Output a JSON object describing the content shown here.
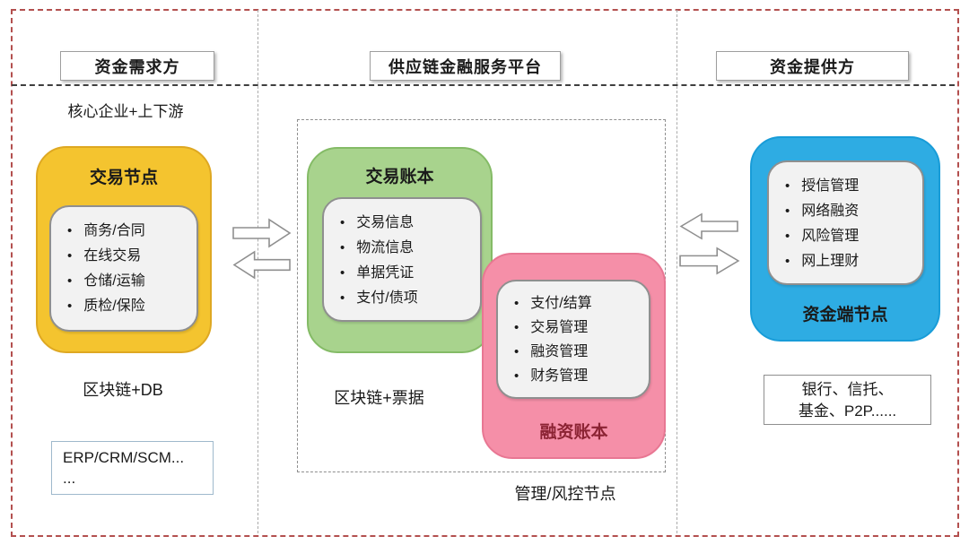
{
  "colors": {
    "outer-border": "#B3504F",
    "divider": "#ABABAB",
    "header-underline": "#3F3F3F",
    "yellow": "#F4C42F",
    "yellow-border": "#DEA822",
    "green": "#A8D38D",
    "green-border": "#84BB66",
    "pink": "#F58FA8",
    "pink-border": "#E87793",
    "blue": "#2EACE3",
    "blue-border": "#189CD8",
    "panel": "#F2F2F2",
    "panel-border": "#8F8F8F",
    "finance-label": "#8B2333",
    "erp-border": "#9FB9CC",
    "bank-border": "#8F8F8F"
  },
  "left": {
    "header": "资金需求方",
    "subtitle": "核心企业+上下游",
    "node": {
      "title": "交易节点",
      "items": [
        "商务/合同",
        "在线交易",
        "仓储/运输",
        "质检/保险"
      ]
    },
    "tech_label": "区块链+DB",
    "systems": {
      "line1": "ERP/CRM/SCM...",
      "line2": "..."
    }
  },
  "middle": {
    "header": "供应链金融服务平台",
    "trade_ledger": {
      "title": "交易账本",
      "items": [
        "交易信息",
        "物流信息",
        "单据凭证",
        "支付/债项"
      ]
    },
    "finance_ledger": {
      "title": "融资账本",
      "items": [
        "支付/结算",
        "交易管理",
        "融资管理",
        "财务管理"
      ]
    },
    "tech_label": "区块链+票据",
    "node_label": "管理/风控节点"
  },
  "right": {
    "header": "资金提供方",
    "node": {
      "title": "资金端节点",
      "items": [
        "授信管理",
        "网络融资",
        "风险管理",
        "网上理财"
      ]
    },
    "providers": {
      "line1": "银行、信托、",
      "line2": "基金、P2P......"
    }
  }
}
